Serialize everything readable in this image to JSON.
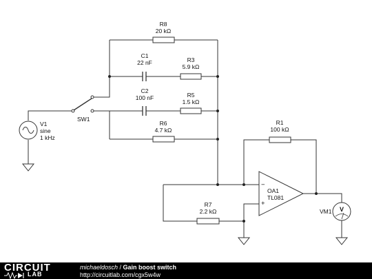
{
  "components": {
    "r8": {
      "ref": "R8",
      "value": "20 kΩ"
    },
    "c1": {
      "ref": "C1",
      "value": "22 nF"
    },
    "r3": {
      "ref": "R3",
      "value": "5.9 kΩ"
    },
    "c2": {
      "ref": "C2",
      "value": "100 nF"
    },
    "r5": {
      "ref": "R5",
      "value": "1.5 kΩ"
    },
    "r6": {
      "ref": "R6",
      "value": "4.7 kΩ"
    },
    "r1": {
      "ref": "R1",
      "value": "100 kΩ"
    },
    "r7": {
      "ref": "R7",
      "value": "2.2 kΩ"
    },
    "sw1": {
      "ref": "SW1"
    },
    "v1": {
      "ref": "V1",
      "type": "sine",
      "freq": "1 kHz"
    },
    "oa1": {
      "ref": "OA1",
      "part": "TL081",
      "minus": "−",
      "plus": "+"
    },
    "vm1": {
      "ref": "VM1",
      "glyph": "V"
    }
  },
  "footer": {
    "logo_top": "CIRCUIT",
    "logo_bottom": "LAB",
    "author": "michaeldosch",
    "separator": " / ",
    "title": "Gain boost switch",
    "url": "http://circuitlab.com/cgx5w4w"
  }
}
